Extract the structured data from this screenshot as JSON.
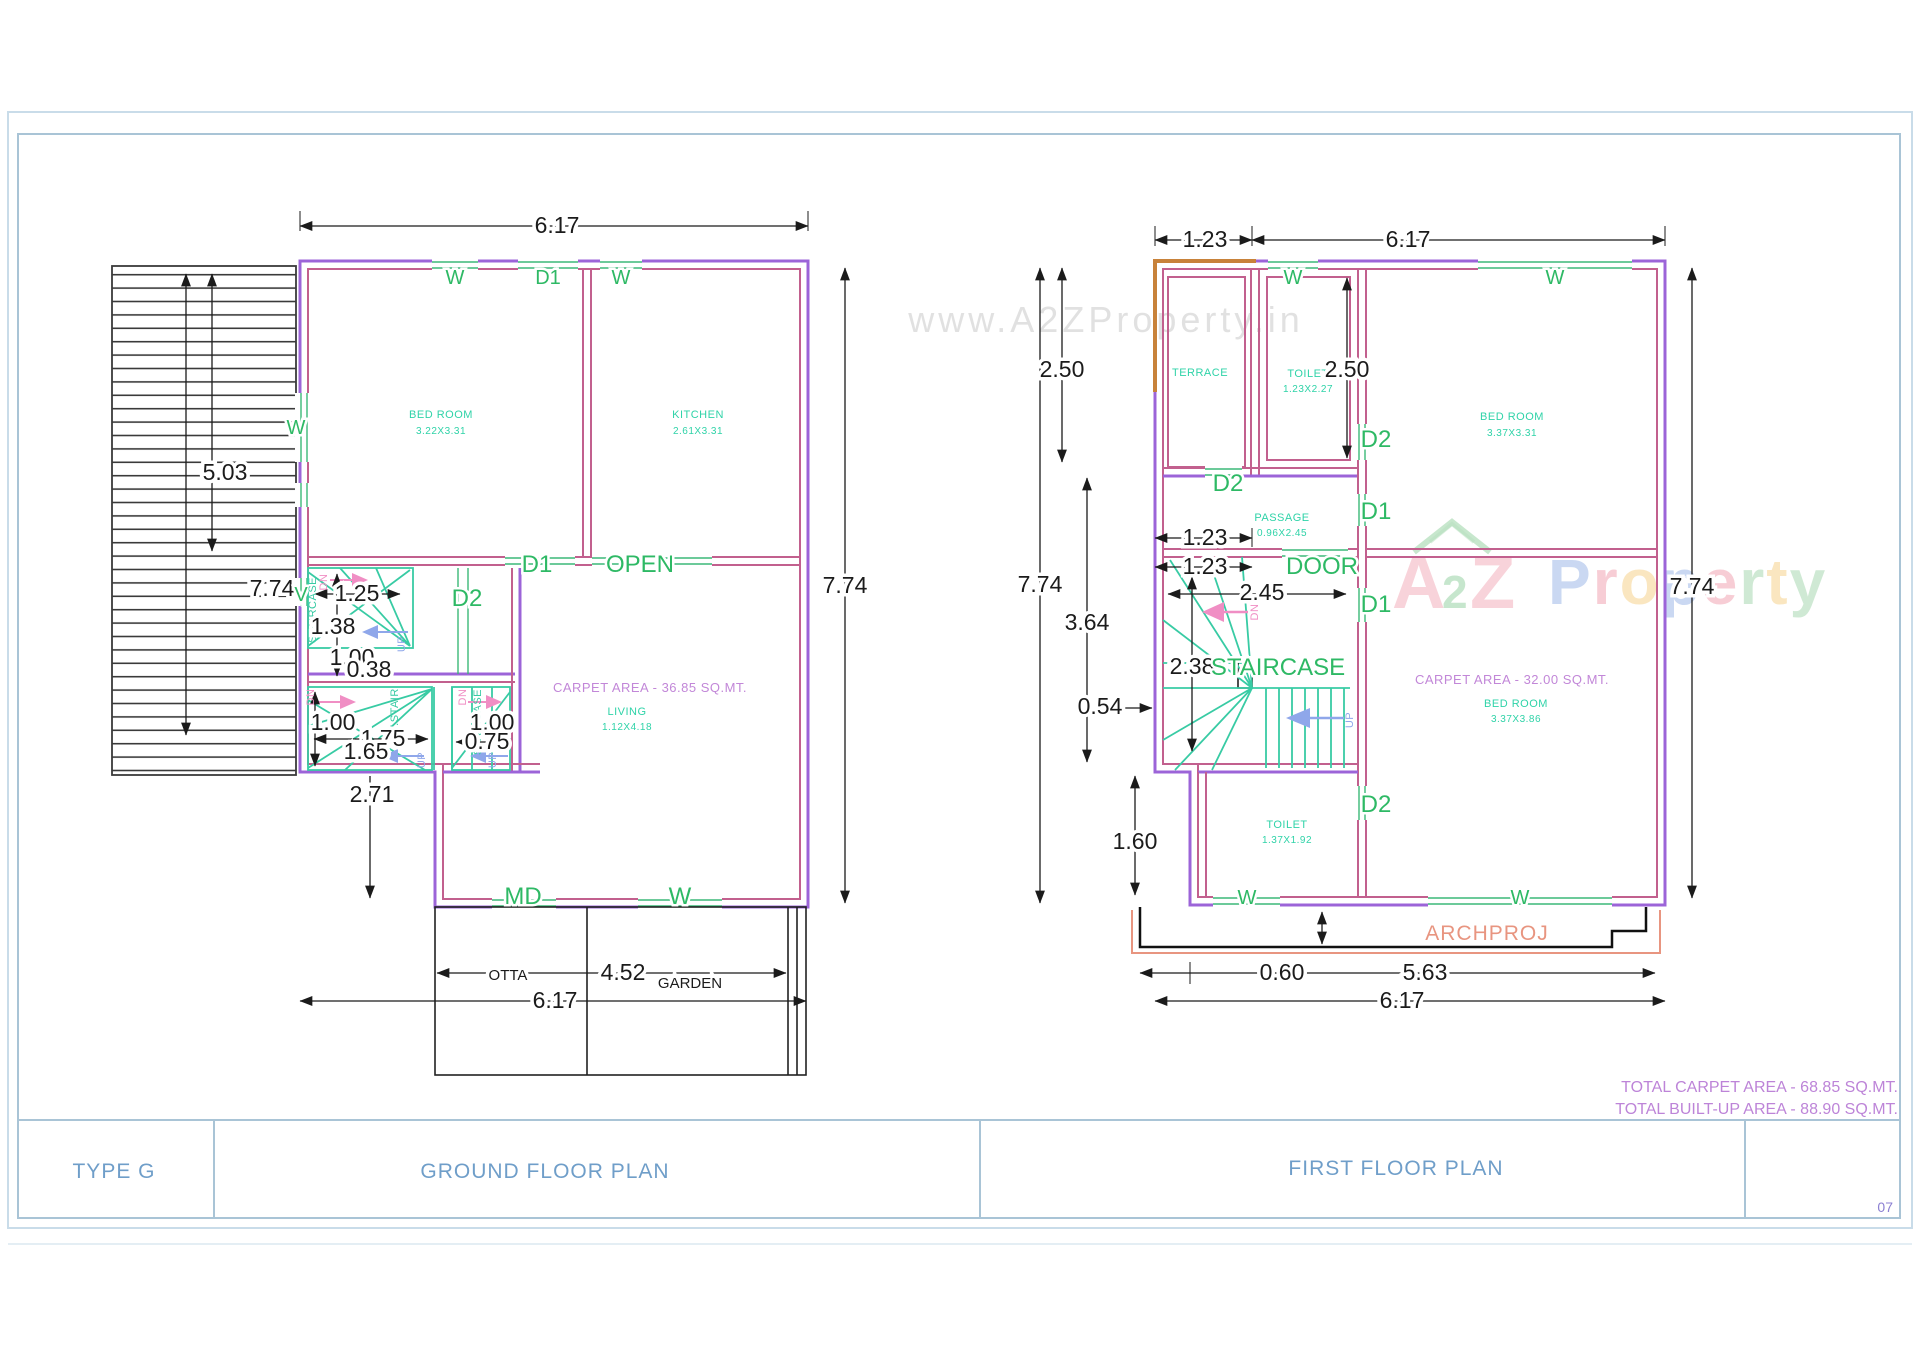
{
  "colors": {
    "wall_purple": "#9c64d8",
    "wall_magenta": "#c2608e",
    "wall_orange": "#c8823a",
    "stair_teal": "#38cba4",
    "label_green": "#2eb965",
    "room_teal": "#2fd3a8",
    "carpet_purple": "#c287d8",
    "arch_salmon": "#e89580",
    "up_blue": "#8fa7ea",
    "dn_pink": "#f08ec4",
    "dim_black": "#1b1b1b",
    "title_blue": "#6f9ec9",
    "totals_purple": "#bd84d8",
    "watermark_gray": "#c9c9c9"
  },
  "watermarks": {
    "url": "www.A2ZProperty.in",
    "logo": {
      "a": "A",
      "two": "2",
      "z": "Z",
      "property": [
        {
          "t": "P",
          "c": "#9fb9e8"
        },
        {
          "t": "r",
          "c": "#f2a6b4"
        },
        {
          "t": "o",
          "c": "#f6d38e"
        },
        {
          "t": "p",
          "c": "#9fb9e8"
        },
        {
          "t": "e",
          "c": "#f2a6b4"
        },
        {
          "t": "r",
          "c": "#a9d8b2"
        },
        {
          "t": "t",
          "c": "#f6d38e"
        },
        {
          "t": "y",
          "c": "#a9d8b2"
        }
      ]
    }
  },
  "labels": {
    "w": "W",
    "v": "V",
    "d1": "D1",
    "d2": "D2",
    "up": "UP",
    "dn": "DN",
    "md": "MD",
    "open": "OPEN",
    "door": "DOOR",
    "otta": "OTTA",
    "garden": "GARDEN",
    "staircase": "STAIRCASE",
    "int_stair": "INT.STAIR",
    "archproj": "ARCHPROJ"
  },
  "ground": {
    "dims": {
      "width_top": "6.17",
      "hatch_h": "5.03",
      "left_h": "7.74",
      "right_h": "7.74",
      "stair": {
        "d125": "1.25",
        "d138": "1.38",
        "d100a": "1.00",
        "d038": "0.38",
        "d100b": "1.00",
        "d175": "1.75",
        "d165": "1.65",
        "d100c": "1.00",
        "d075": "0.75",
        "d271": "2.71"
      },
      "otta_w": "4.52",
      "width_bottom": "6.17"
    },
    "rooms": {
      "bedroom": {
        "name": "BED ROOM",
        "size": "3.22X3.31"
      },
      "kitchen": {
        "name": "KITCHEN",
        "size": "2.61X3.31"
      },
      "living": {
        "carpet": "CARPET AREA - 36.85 SQ.MT.",
        "name": "LIVING",
        "size": "1.12X4.18"
      }
    }
  },
  "first": {
    "dims": {
      "d123_top": "1.23",
      "width_top": "6.17",
      "left_h": "7.74",
      "d250_left": "2.50",
      "d364": "3.64",
      "d054": "0.54",
      "d160": "1.60",
      "d250_toilet": "2.50",
      "d123a": "1.23",
      "d123b": "1.23",
      "d245": "2.45",
      "d238": "2.38",
      "d060": "0.60",
      "d563": "5.63",
      "width_bottom": "6.17",
      "right_h": "7.74"
    },
    "rooms": {
      "terrace": "TERRACE",
      "toilet_top": {
        "name": "TOILET",
        "size": "1.23X2.27"
      },
      "passage": {
        "name": "PASSAGE",
        "size": "0.96X2.45"
      },
      "bedroom_top": {
        "name": "BED ROOM",
        "size": "3.37X3.31"
      },
      "bedroom_main": {
        "carpet": "CARPET AREA - 32.00 SQ.MT.",
        "name": "BED ROOM",
        "size": "3.37X3.86"
      },
      "toilet_bottom": {
        "name": "TOILET",
        "size": "1.37X1.92"
      }
    }
  },
  "title_block": {
    "type": "TYPE G",
    "ground": "GROUND FLOOR PLAN",
    "first": "FIRST FLOOR PLAN",
    "page": "07",
    "total_carpet": "TOTAL CARPET AREA - 68.85 SQ.MT.",
    "total_builtup": "TOTAL BUILT-UP AREA - 88.90 SQ.MT."
  }
}
